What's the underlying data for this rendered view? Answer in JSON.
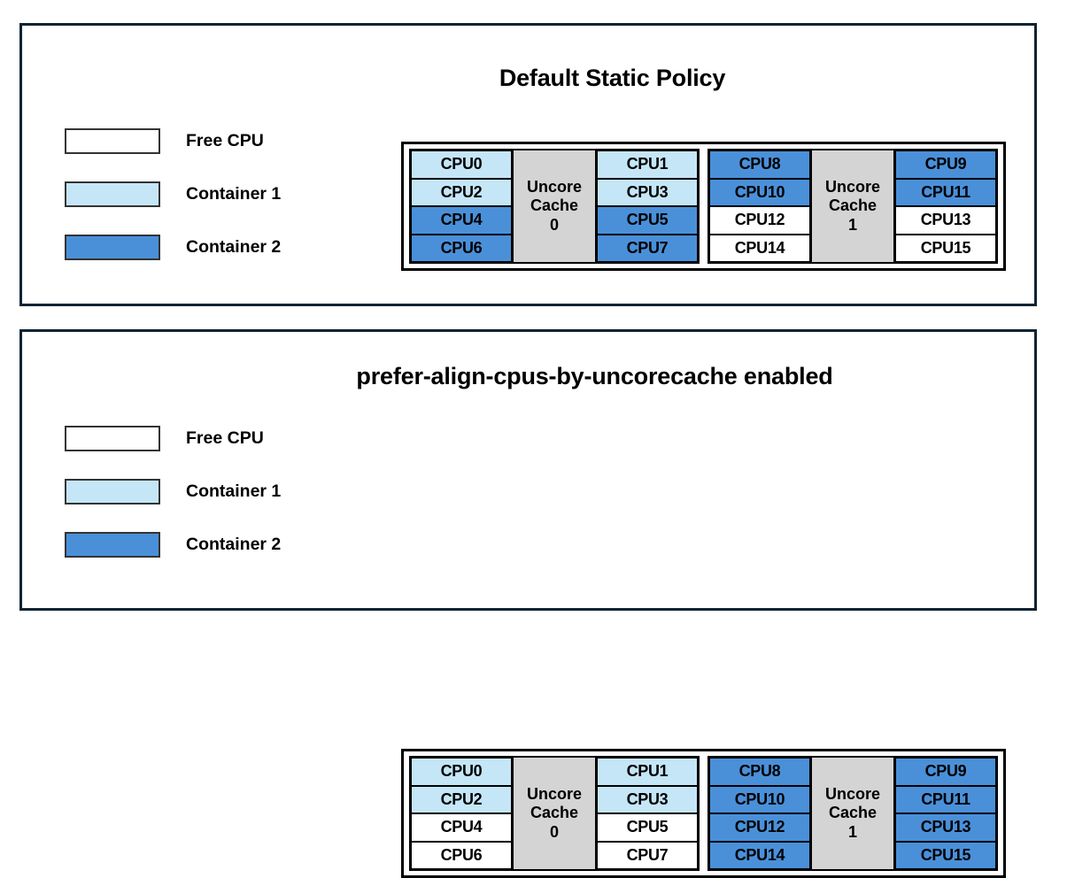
{
  "colors": {
    "panel_border": "#0d2333",
    "free_cpu": "#ffffff",
    "container_1": "#c5e6f7",
    "container_2": "#4a90d9",
    "uncore_cache": "#d4d4d4",
    "cell_border": "#000000"
  },
  "panels": [
    {
      "title": "Default Static Policy",
      "legend": [
        {
          "label": "Free CPU",
          "swatch": "free"
        },
        {
          "label": "Container 1",
          "swatch": "container1"
        },
        {
          "label": "Container 2",
          "swatch": "container2"
        }
      ],
      "groups": [
        {
          "uncore_label_line1": "Uncore",
          "uncore_label_line2": "Cache",
          "uncore_label_line3": "0",
          "left_column": [
            {
              "label": "CPU0",
              "state": "container1"
            },
            {
              "label": "CPU2",
              "state": "container1"
            },
            {
              "label": "CPU4",
              "state": "container2"
            },
            {
              "label": "CPU6",
              "state": "container2"
            }
          ],
          "right_column": [
            {
              "label": "CPU1",
              "state": "container1"
            },
            {
              "label": "CPU3",
              "state": "container1"
            },
            {
              "label": "CPU5",
              "state": "container2"
            },
            {
              "label": "CPU7",
              "state": "container2"
            }
          ]
        },
        {
          "uncore_label_line1": "Uncore",
          "uncore_label_line2": "Cache",
          "uncore_label_line3": "1",
          "left_column": [
            {
              "label": "CPU8",
              "state": "container2"
            },
            {
              "label": "CPU10",
              "state": "container2"
            },
            {
              "label": "CPU12",
              "state": "free"
            },
            {
              "label": "CPU14",
              "state": "free"
            }
          ],
          "right_column": [
            {
              "label": "CPU9",
              "state": "container2"
            },
            {
              "label": "CPU11",
              "state": "container2"
            },
            {
              "label": "CPU13",
              "state": "free"
            },
            {
              "label": "CPU15",
              "state": "free"
            }
          ]
        }
      ]
    },
    {
      "title": "prefer-align-cpus-by-uncorecache enabled",
      "legend": [
        {
          "label": "Free CPU",
          "swatch": "free"
        },
        {
          "label": "Container 1",
          "swatch": "container1"
        },
        {
          "label": "Container 2",
          "swatch": "container2"
        }
      ],
      "groups": [
        {
          "uncore_label_line1": "Uncore",
          "uncore_label_line2": "Cache",
          "uncore_label_line3": "0",
          "left_column": [
            {
              "label": "CPU0",
              "state": "container1"
            },
            {
              "label": "CPU2",
              "state": "container1"
            },
            {
              "label": "CPU4",
              "state": "free"
            },
            {
              "label": "CPU6",
              "state": "free"
            }
          ],
          "right_column": [
            {
              "label": "CPU1",
              "state": "container1"
            },
            {
              "label": "CPU3",
              "state": "container1"
            },
            {
              "label": "CPU5",
              "state": "free"
            },
            {
              "label": "CPU7",
              "state": "free"
            }
          ]
        },
        {
          "uncore_label_line1": "Uncore",
          "uncore_label_line2": "Cache",
          "uncore_label_line3": "1",
          "left_column": [
            {
              "label": "CPU8",
              "state": "container2"
            },
            {
              "label": "CPU10",
              "state": "container2"
            },
            {
              "label": "CPU12",
              "state": "container2"
            },
            {
              "label": "CPU14",
              "state": "container2"
            }
          ],
          "right_column": [
            {
              "label": "CPU9",
              "state": "container2"
            },
            {
              "label": "CPU11",
              "state": "container2"
            },
            {
              "label": "CPU13",
              "state": "container2"
            },
            {
              "label": "CPU15",
              "state": "container2"
            }
          ]
        }
      ]
    }
  ]
}
